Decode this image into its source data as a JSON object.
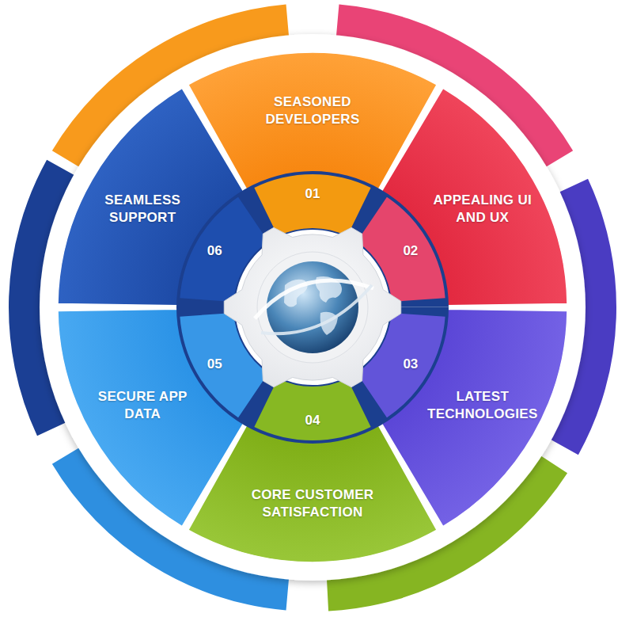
{
  "diagram": {
    "nodes": [
      {
        "text": [
          "SEASONED DEVELOPERS"
        ]
      },
      {
        "text": [
          "APPEALING UI AND UX"
        ]
      },
      {
        "text": [
          "LATEST TECHNOLOGIES"
        ]
      },
      {
        "text": [
          "CORE CUSTOMER SATISFACTION"
        ]
      },
      {
        "text": [
          "SECURE APP DATA"
        ]
      },
      {
        "text": [
          "SEAMLESS SUPPORT"
        ]
      }
    ],
    "labels": [
      "01",
      "02",
      "03",
      "04",
      "05",
      "06"
    ]
  }
}
